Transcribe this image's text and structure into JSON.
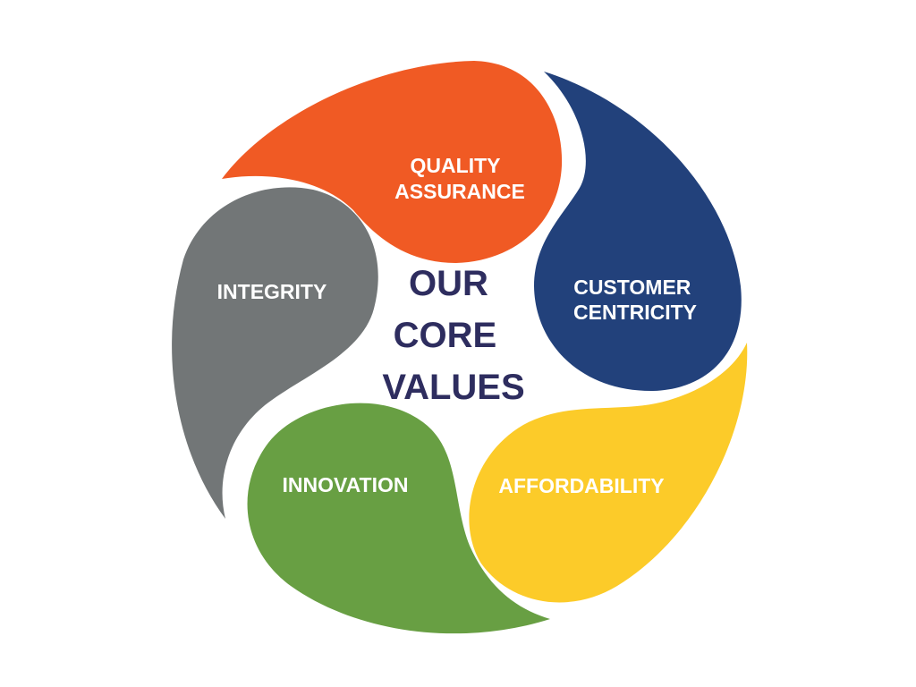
{
  "diagram": {
    "center_lines": [
      "OUR",
      "CORE",
      "VALUES"
    ],
    "petals": [
      {
        "id": "quality-assurance",
        "lines": [
          "QUALITY",
          "ASSURANCE"
        ],
        "color": "#F05A24"
      },
      {
        "id": "customer-centricity",
        "lines": [
          "CUSTOMER",
          "CENTRICITY"
        ],
        "color": "#22417B"
      },
      {
        "id": "affordability",
        "lines": [
          "AFFORDABILITY"
        ],
        "color": "#FCCB29"
      },
      {
        "id": "innovation",
        "lines": [
          "INNOVATION"
        ],
        "color": "#689F43"
      },
      {
        "id": "integrity",
        "lines": [
          "INTEGRITY"
        ],
        "color": "#727677"
      }
    ],
    "center_color": "#2E2D5F",
    "text_color": "#FFFFFF"
  }
}
